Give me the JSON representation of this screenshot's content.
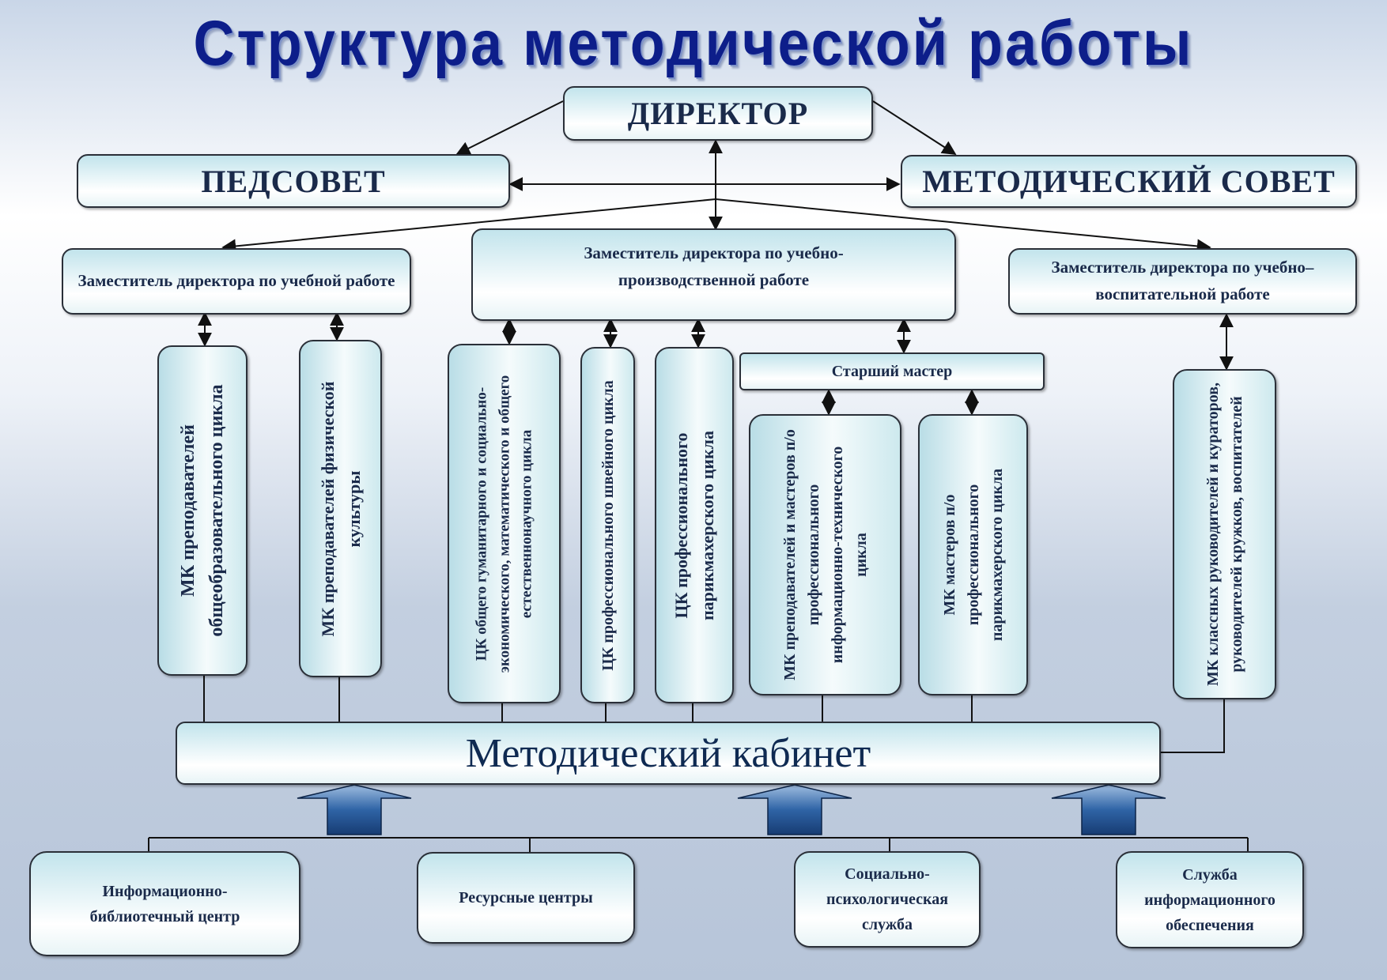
{
  "title": "Структура методической работы",
  "director": "ДИРЕКТОР",
  "pedsovet": "ПЕДСОВЕТ",
  "metodsovet": "МЕТОДИЧЕСКИЙ СОВЕТ",
  "deputies": {
    "academic": "Заместитель директора по учебной работе",
    "production": "Заместитель директора по учебно-производственной работе",
    "upbringing": "Заместитель директора по учебно–воспитательной работе"
  },
  "senior_master": "Старший мастер",
  "units": {
    "mk_general": "МК преподавателей общеобразовательного цикла",
    "mk_pe": "МК преподавателей физической культуры",
    "ck_general": "ЦК общего гуманитарного и социально-экономического, математического и общего естественнонаучного цикла",
    "ck_sewing": "ЦК профессионального швейного цикла",
    "ck_hair": "ЦК профессионального парикмахерского цикла",
    "mk_it": "МК преподавателей и мастеров п/о профессионального информационно-технического цикла",
    "mk_hair_masters": "МК мастеров п/о профессионального парикмахерского цикла",
    "mk_class": "МК классных руководителей и кураторов, руководителей кружков, воспитателей"
  },
  "method_cabinet": "Методический кабинет",
  "services": {
    "library": "Информационно-библиотечный центр",
    "resource": "Ресурсные центры",
    "social": "Социально-психологическая служба",
    "info": "Служба информационного обеспечения"
  },
  "colors": {
    "title": "#0d1e8a",
    "box_fill": "#c2e4ec",
    "arrow_block": "#1f4e8c"
  }
}
